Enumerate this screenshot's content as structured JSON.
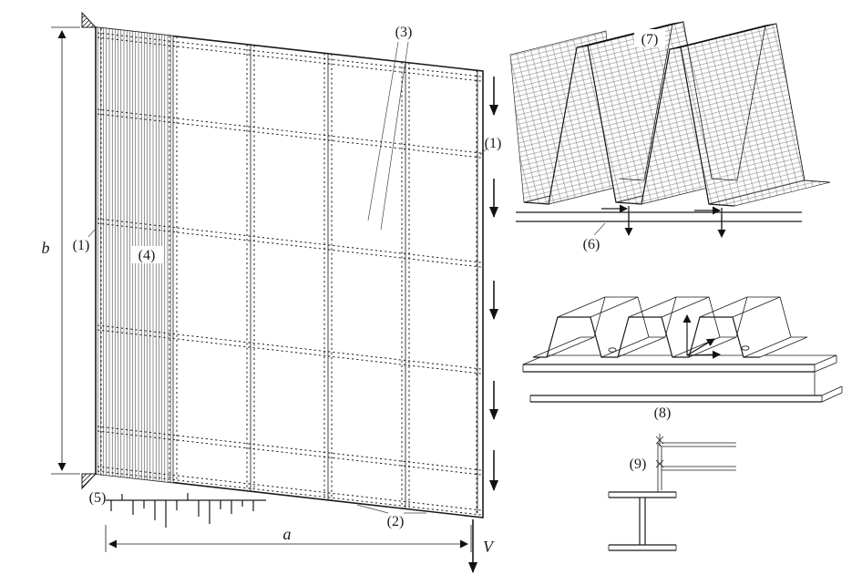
{
  "figure": {
    "type": "engineering-line-diagram",
    "title": "Shear diaphragm of trapezoidal sheeting with details",
    "colors": {
      "ink": "#1a1a1a",
      "background": "#ffffff"
    },
    "main": {
      "callouts": {
        "edge_member_left": "(1)",
        "edge_member_right": "(1)",
        "seam_fasteners_bottom": "(2)",
        "seam_fasteners_top": "(3)",
        "sheeting_field": "(4)",
        "fastener_force_plot": "(5)"
      },
      "dims": {
        "span": "a",
        "depth": "b",
        "shear_load": "V"
      }
    },
    "insets": {
      "fe_mesh": {
        "callout": "(7)",
        "support_forces": "(6)"
      },
      "sheeting_assembly": {
        "callout": "(8)"
      },
      "edge_detail": {
        "callout": "(9)"
      }
    }
  }
}
